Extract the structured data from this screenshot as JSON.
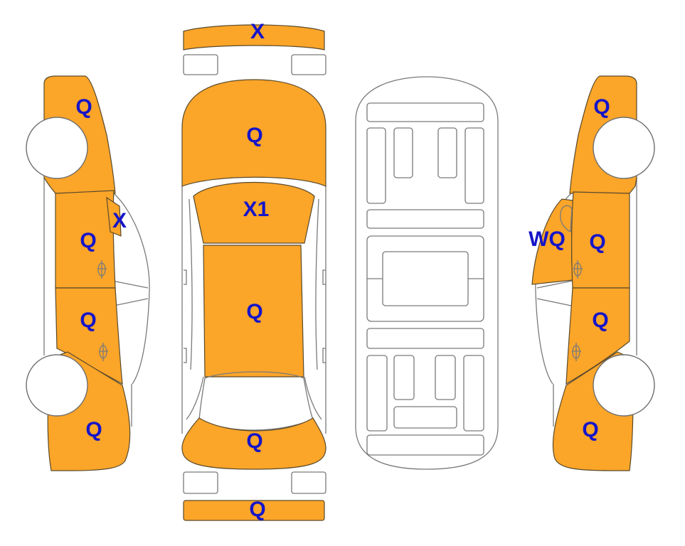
{
  "colors": {
    "damaged_panel": "#FBA529",
    "label_text": "#1515C8",
    "outline": "#7A7A7A"
  },
  "views": {
    "left_side": {
      "labels": {
        "front_fender": "Q",
        "pillar": "X",
        "front_door": "Q",
        "rear_door": "Q",
        "rear_quarter": "Q"
      }
    },
    "top": {
      "labels": {
        "front_bumper": "X",
        "hood": "Q",
        "windshield_roof_front": "X1",
        "roof": "Q",
        "trunk": "Q",
        "rear_bumper": "Q"
      }
    },
    "underside": {},
    "right_side": {
      "labels": {
        "front_fender": "Q",
        "pillar": "WQ",
        "front_door": "Q",
        "rear_door": "Q",
        "rear_quarter": "Q"
      }
    }
  }
}
